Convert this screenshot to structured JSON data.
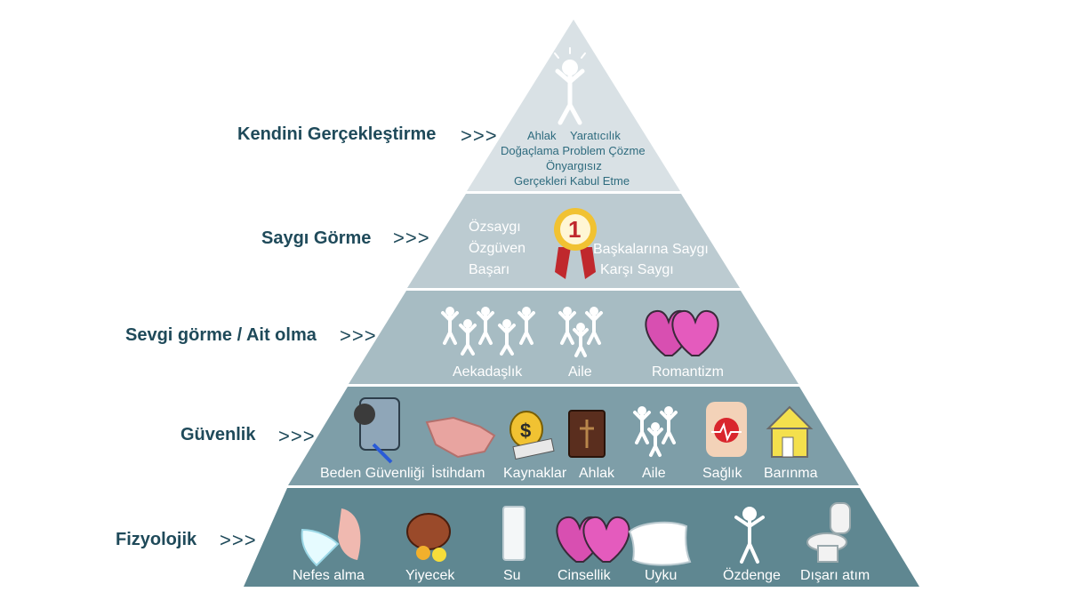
{
  "levels": {
    "self_actualization": {
      "label": "Kendini Gerçekleştirme",
      "arrows": ">>>",
      "line1_a": "Ahlak",
      "line1_b": "Yaratıcılık",
      "line2": "Doğaçlama Problem Çözme",
      "line3": "Önyargısız",
      "line4": "Gerçekleri Kabul Etme"
    },
    "esteem": {
      "label": "Saygı Görme",
      "arrows": ">>>",
      "left1": "Özsaygı",
      "left2": "Özgüven",
      "left3": "Başarı",
      "badge_number": "1",
      "right1": "Başkalarına Saygı",
      "right2": "Karşı Saygı"
    },
    "love": {
      "label": "Sevgi görme / Ait olma",
      "arrows": ">>>",
      "item1": "Aekadaşlık",
      "item2": "Aile",
      "item3": "Romantizm"
    },
    "safety": {
      "label": "Güvenlik",
      "arrows": ">>>",
      "items": [
        "Beden Güvenliği",
        "İstihdam",
        "Kaynaklar",
        "Ahlak",
        "Aile",
        "Sağlık",
        "Barınma"
      ]
    },
    "physiological": {
      "label": "Fizyolojik",
      "arrows": ">>>",
      "items": [
        "Nefes alma",
        "Yiyecek",
        "Su",
        "Cinsellik",
        "Uyku",
        "Özdenge",
        "Dışarı atım"
      ]
    }
  },
  "colors": {
    "tier1": "#d9e1e5",
    "tier2": "#bccbd1",
    "tier3": "#a7bcc3",
    "tier4": "#7e9ea8",
    "tier5": "#5f8791",
    "label": "#1f4a5a"
  }
}
